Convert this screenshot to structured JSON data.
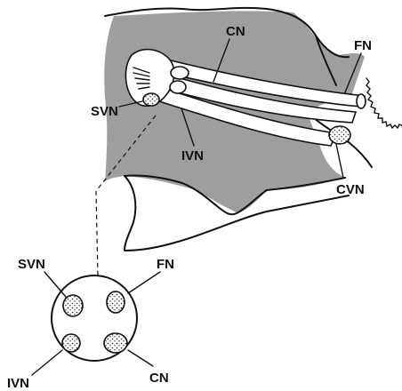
{
  "labels": {
    "cn_top": "CN",
    "fn_top": "FN",
    "svn_top": "SVN",
    "ivn_top": "IVN",
    "cvn": "CVN",
    "svn_inset": "SVN",
    "fn_inset": "FN",
    "ivn_inset": "IVN",
    "cn_inset": "CN"
  },
  "colors": {
    "bone_gray": "#9e9e9e",
    "line": "#111111",
    "background": "#ffffff"
  }
}
